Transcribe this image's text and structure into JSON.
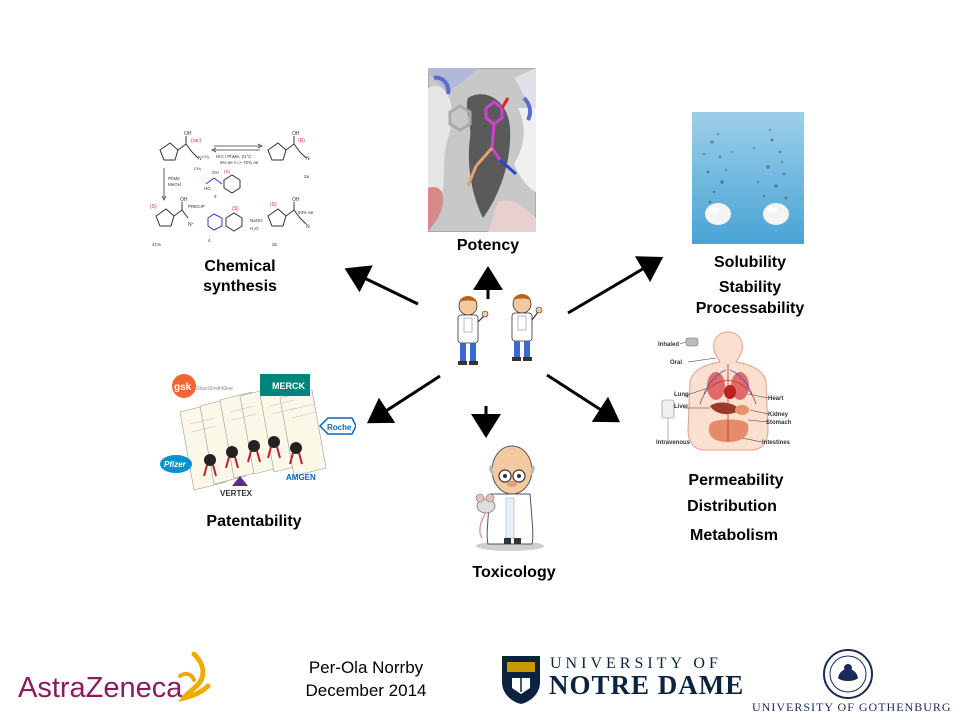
{
  "labels": {
    "potency": "Potency",
    "chemical_synthesis_line1": "Chemical",
    "chemical_synthesis_line2": "synthesis",
    "solubility": "Solubility",
    "stability": "Stability",
    "processability": "Processability",
    "patentability": "Patentability",
    "toxicology": "Toxicology",
    "permeability": "Permeability",
    "distribution": "Distribution",
    "metabolism": "Metabolism"
  },
  "footer": {
    "author": "Per-Ola Norrby",
    "date": "December 2014"
  },
  "logos": {
    "astrazeneca": "AstraZeneca",
    "notre_dame_top": "UNIVERSITY OF",
    "notre_dame_bottom": "NOTRE DAME",
    "gothenburg": "UNIVERSITY OF GOTHENBURG"
  },
  "patent_logos": {
    "gsk": "gsk",
    "glaxo": "GlaxoSmithKline",
    "merck": "MERCK",
    "roche": "Roche",
    "pfizer": "Pfizer",
    "vertex": "VERTEX",
    "amgen": "AMGEN"
  },
  "body_labels": {
    "inhaled": "Inhaled",
    "oral": "Oral",
    "lung": "Lung",
    "liver": "Liver",
    "heart": "Heart",
    "kidney": "Kidney",
    "stomach": "Stomach",
    "intravenous": "Intravenous",
    "intestines": "Intestines"
  },
  "colors": {
    "arrow": "#000000",
    "astrazeneca_purple": "#8a1c5a",
    "astrazeneca_gold": "#f0ab00",
    "notre_dame_blue": "#0c2340",
    "gothenburg_blue": "#1a2a5a"
  }
}
